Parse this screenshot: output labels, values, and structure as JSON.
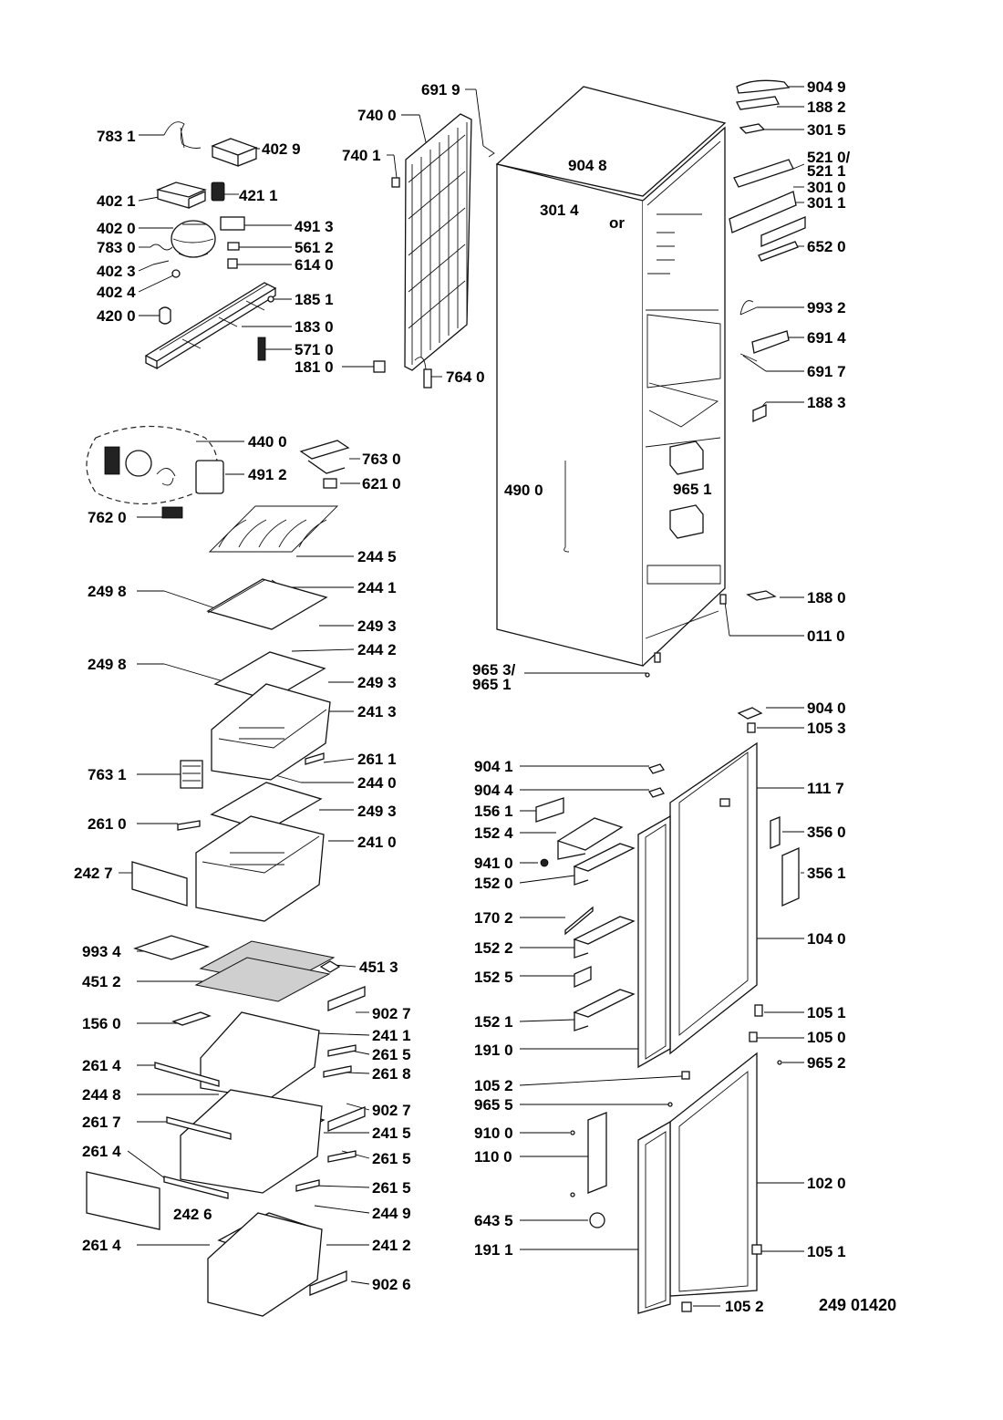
{
  "document_number": "249 01420",
  "labels": [
    "783 1",
    "402 9",
    "402 1",
    "421 1",
    "402 0",
    "491 3",
    "783 0",
    "561 2",
    "402 3",
    "614 0",
    "402 4",
    "185 1",
    "420 0",
    "183 0",
    "571 0",
    "181 0",
    "691 9",
    "740 0",
    "740 1",
    "764 0",
    "904 9",
    "188 2",
    "301 5",
    "904 8",
    "521 0/",
    "521 1",
    "301 0",
    "301 4",
    "or",
    "301 1",
    "652 0",
    "993 2",
    "691 4",
    "691 7",
    "188 3",
    "490 0",
    "965 1",
    "188 0",
    "011 0",
    "965 3/",
    "965 1",
    "440 0",
    "763 0",
    "491 2",
    "621 0",
    "762 0",
    "244 5",
    "249 8",
    "244 1",
    "249 3",
    "249 8",
    "244 2",
    "249 3",
    "241 3",
    "261 1",
    "763 1",
    "244 0",
    "249 3",
    "261 0",
    "241 0",
    "242 7",
    "993 4",
    "451 3",
    "451 2",
    "902 7",
    "156 0",
    "241 1",
    "261 5",
    "261 4",
    "261 8",
    "244 8",
    "902 7",
    "261 7",
    "241 5",
    "261 4",
    "261 5",
    "261 5",
    "242 6",
    "244 9",
    "261 4",
    "241 2",
    "902 6",
    "904 0",
    "105 3",
    "904 1",
    "904 4",
    "111 7",
    "156 1",
    "152 4",
    "356 0",
    "941 0",
    "152 0",
    "356 1",
    "170 2",
    "104 0",
    "152 2",
    "152 5",
    "105 1",
    "152 1",
    "105 0",
    "191 0",
    "965 2",
    "105 2",
    "965 5",
    "910 0",
    "110 0",
    "102 0",
    "643 5",
    "191 1",
    "105 1",
    "105 2"
  ]
}
